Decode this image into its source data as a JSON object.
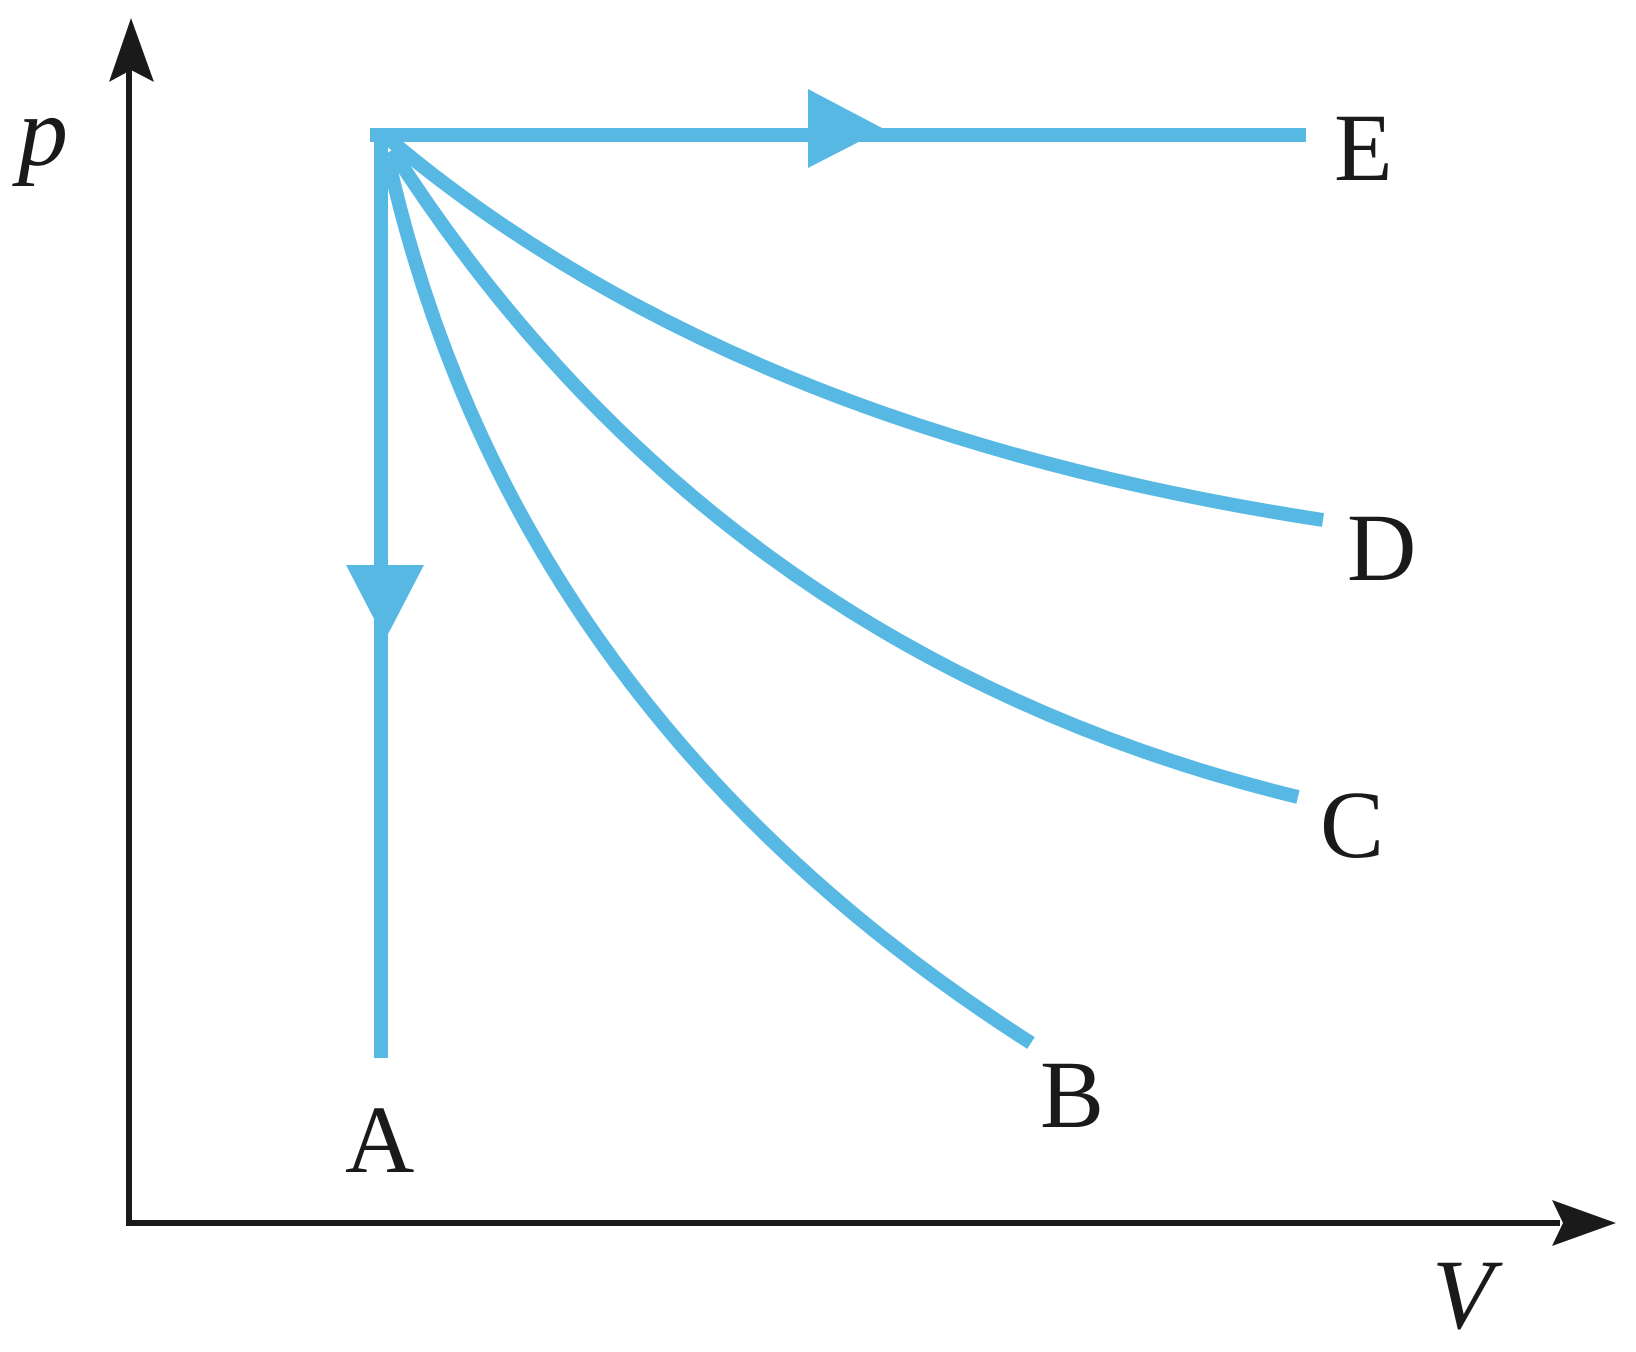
{
  "axes": {
    "y_label": "p",
    "x_label": "V"
  },
  "point_labels": {
    "A": "A",
    "B": "B",
    "C": "C",
    "D": "D",
    "E": "E"
  },
  "colors": {
    "curve": "#56b8e3",
    "axis": "#1a1a1a"
  }
}
